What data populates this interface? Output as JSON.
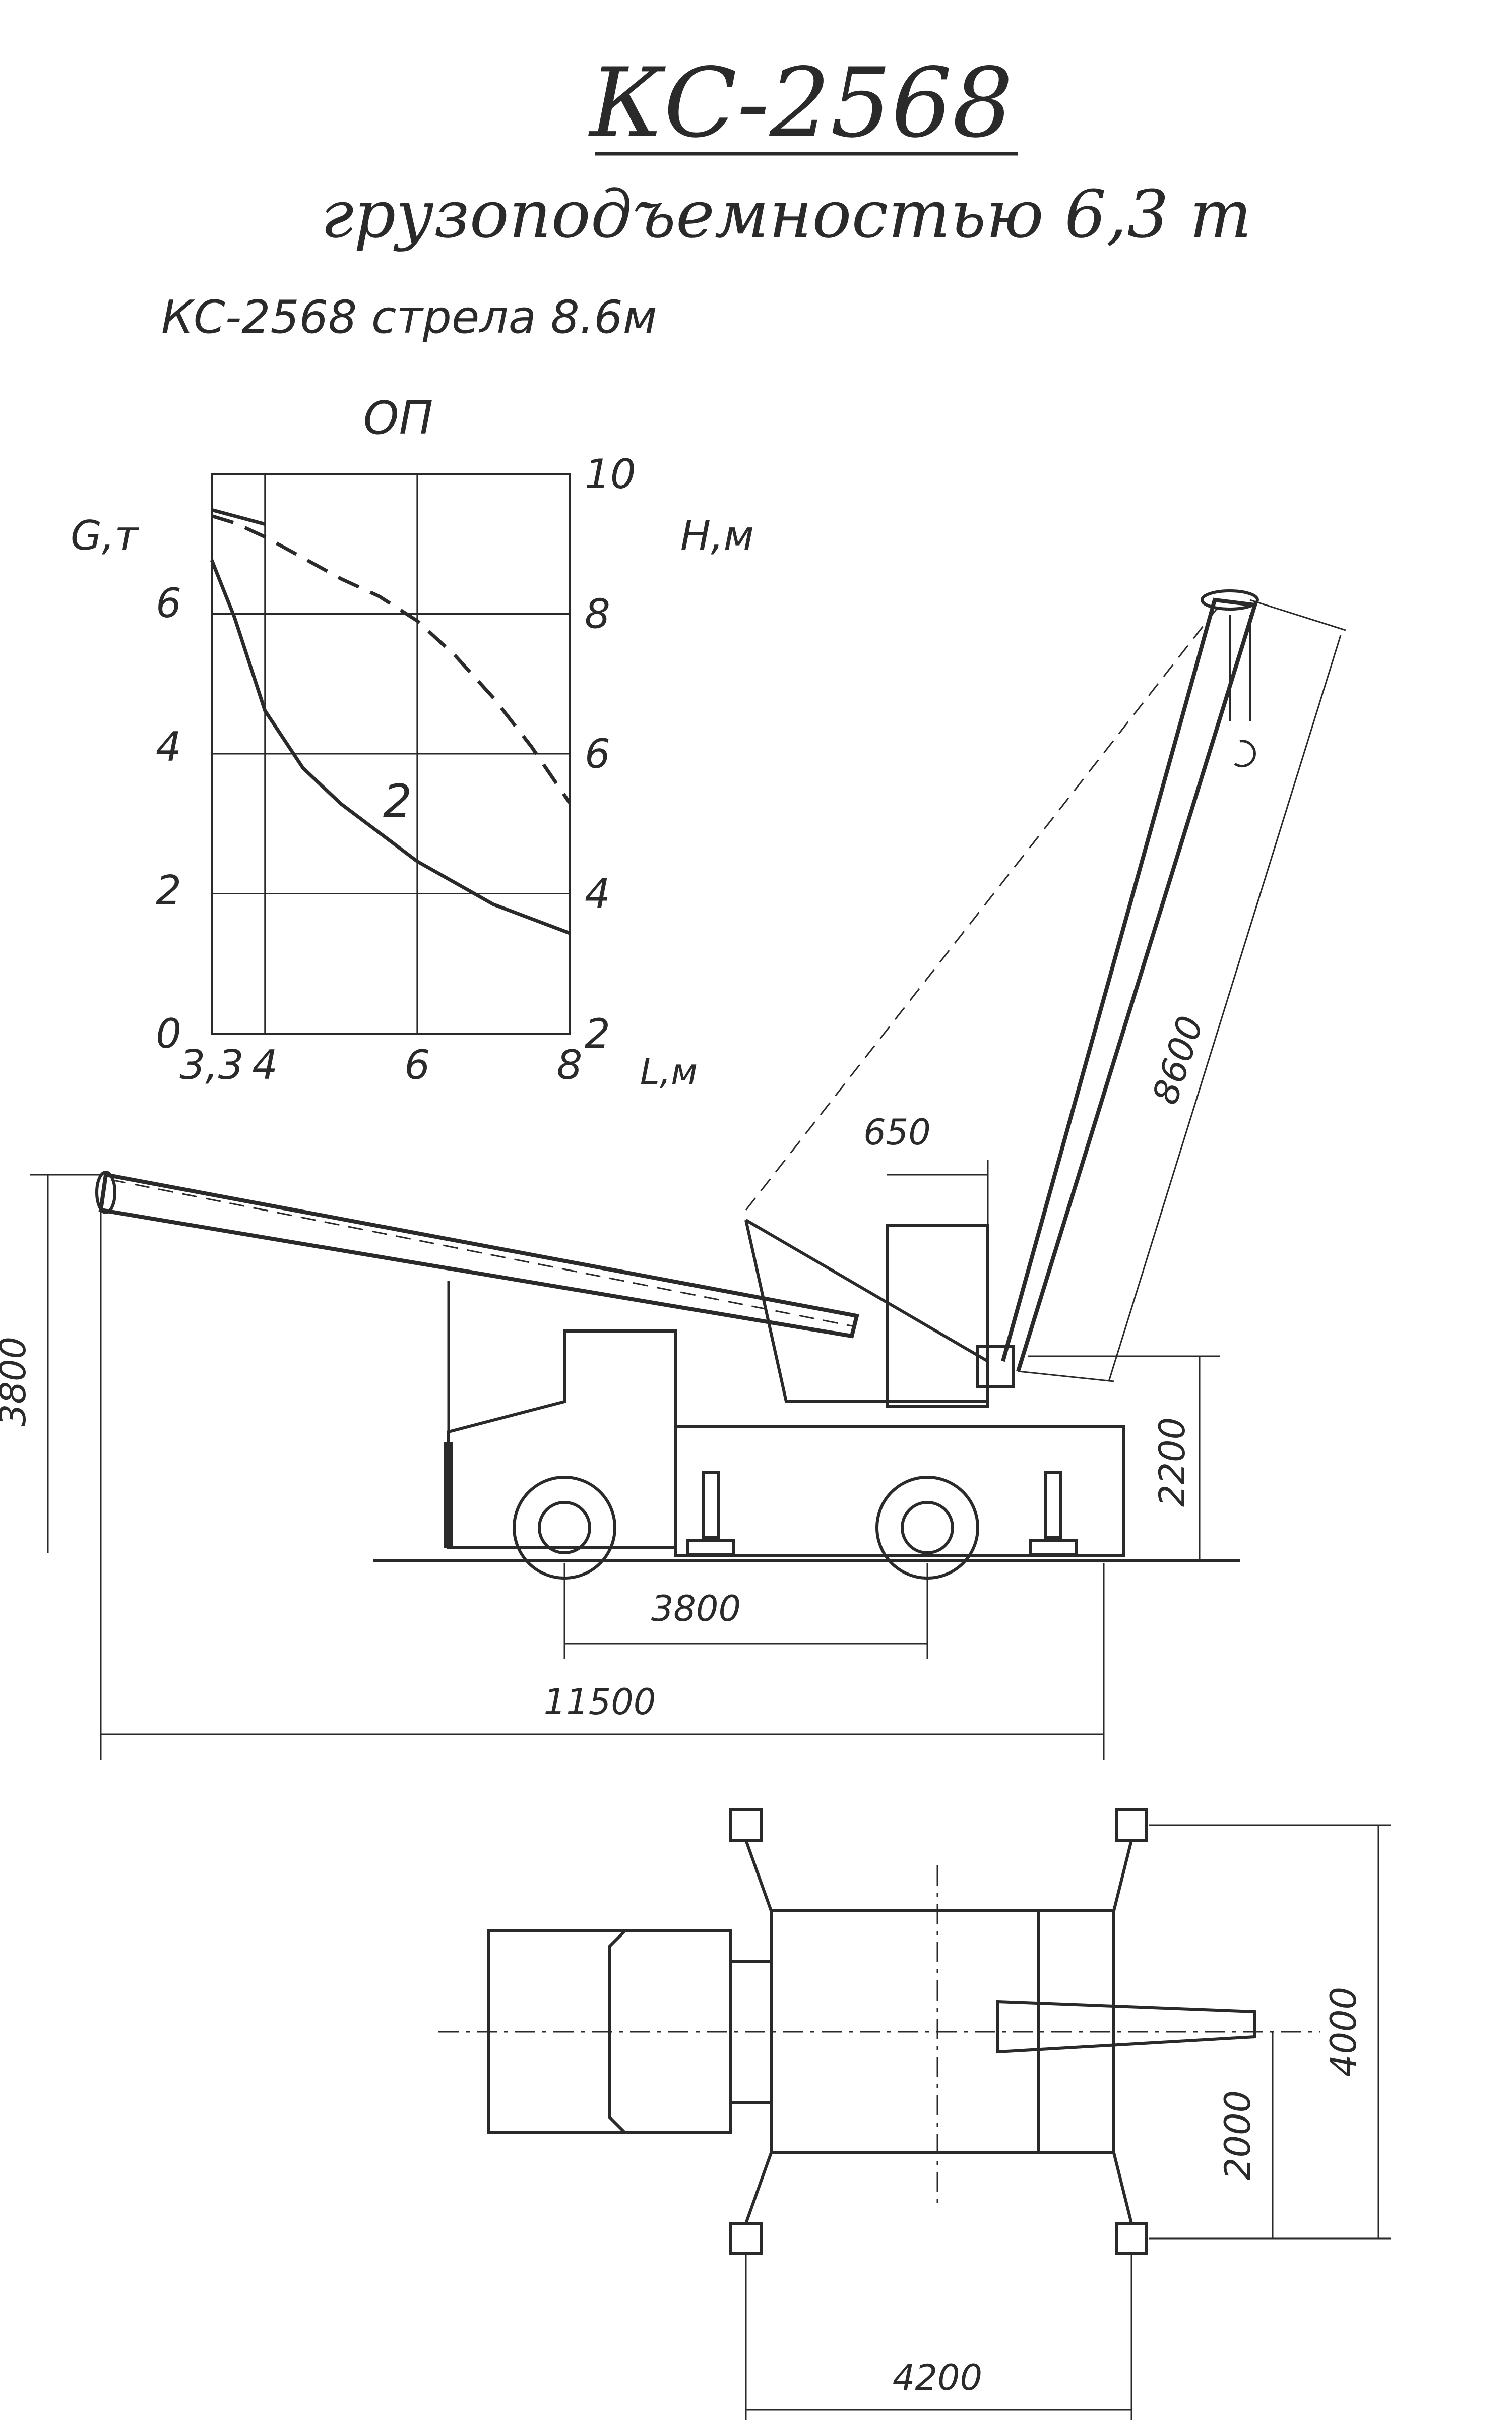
{
  "title": "КС-2568",
  "subtitle": "грузоподъемностью 6,3  т",
  "chart_caption": "КС-2568 стрела 8.6м",
  "chart_data": {
    "type": "line",
    "top_label": "ОП",
    "ylabel_left": "G,т",
    "ylabel_right": "Н,м",
    "xlabel": "L,м",
    "xlim": [
      3.3,
      8
    ],
    "ylim_left": [
      0,
      7.8
    ],
    "ylim_right": [
      2,
      10
    ],
    "x_ticks": [
      "3,3",
      "4",
      "6",
      "8"
    ],
    "y_left_ticks": [
      "0",
      "2",
      "4",
      "6"
    ],
    "y_right_ticks": [
      "2",
      "4",
      "6",
      "8",
      "10"
    ],
    "curve_label": "2",
    "series": [
      {
        "axis": "left",
        "style": "solid",
        "points": [
          [
            3.3,
            6.6
          ],
          [
            3.6,
            5.8
          ],
          [
            4,
            4.5
          ],
          [
            4.5,
            3.7
          ],
          [
            5,
            3.2
          ],
          [
            5.5,
            2.8
          ],
          [
            6,
            2.4
          ],
          [
            7,
            1.8
          ],
          [
            8,
            1.4
          ]
        ]
      },
      {
        "axis": "right",
        "style": "dashed",
        "points": [
          [
            3.3,
            9.4
          ],
          [
            3.6,
            9.3
          ],
          [
            4,
            9.1
          ],
          [
            4.5,
            8.8
          ],
          [
            5,
            8.5
          ],
          [
            5.5,
            8.25
          ],
          [
            6,
            7.9
          ],
          [
            6.5,
            7.4
          ],
          [
            7,
            6.8
          ],
          [
            7.5,
            6.1
          ],
          [
            8,
            5.3
          ]
        ]
      },
      {
        "axis": "left",
        "style": "solid",
        "points": [
          [
            3.3,
            7.3
          ],
          [
            4,
            7.1
          ]
        ]
      }
    ]
  },
  "dimensions": {
    "side_view": {
      "boom_length": "8600",
      "column_offset": "650",
      "platform_height": "2200",
      "transport_height": "3800",
      "wheelbase": "3800",
      "overall_length": "11500"
    },
    "plan_view": {
      "outrigger_span_length": "4200",
      "outrigger_span_width": "4000",
      "half_width": "2000"
    }
  },
  "colors": {
    "ink": "#2a2a2a",
    "paper": "#ffffff"
  }
}
